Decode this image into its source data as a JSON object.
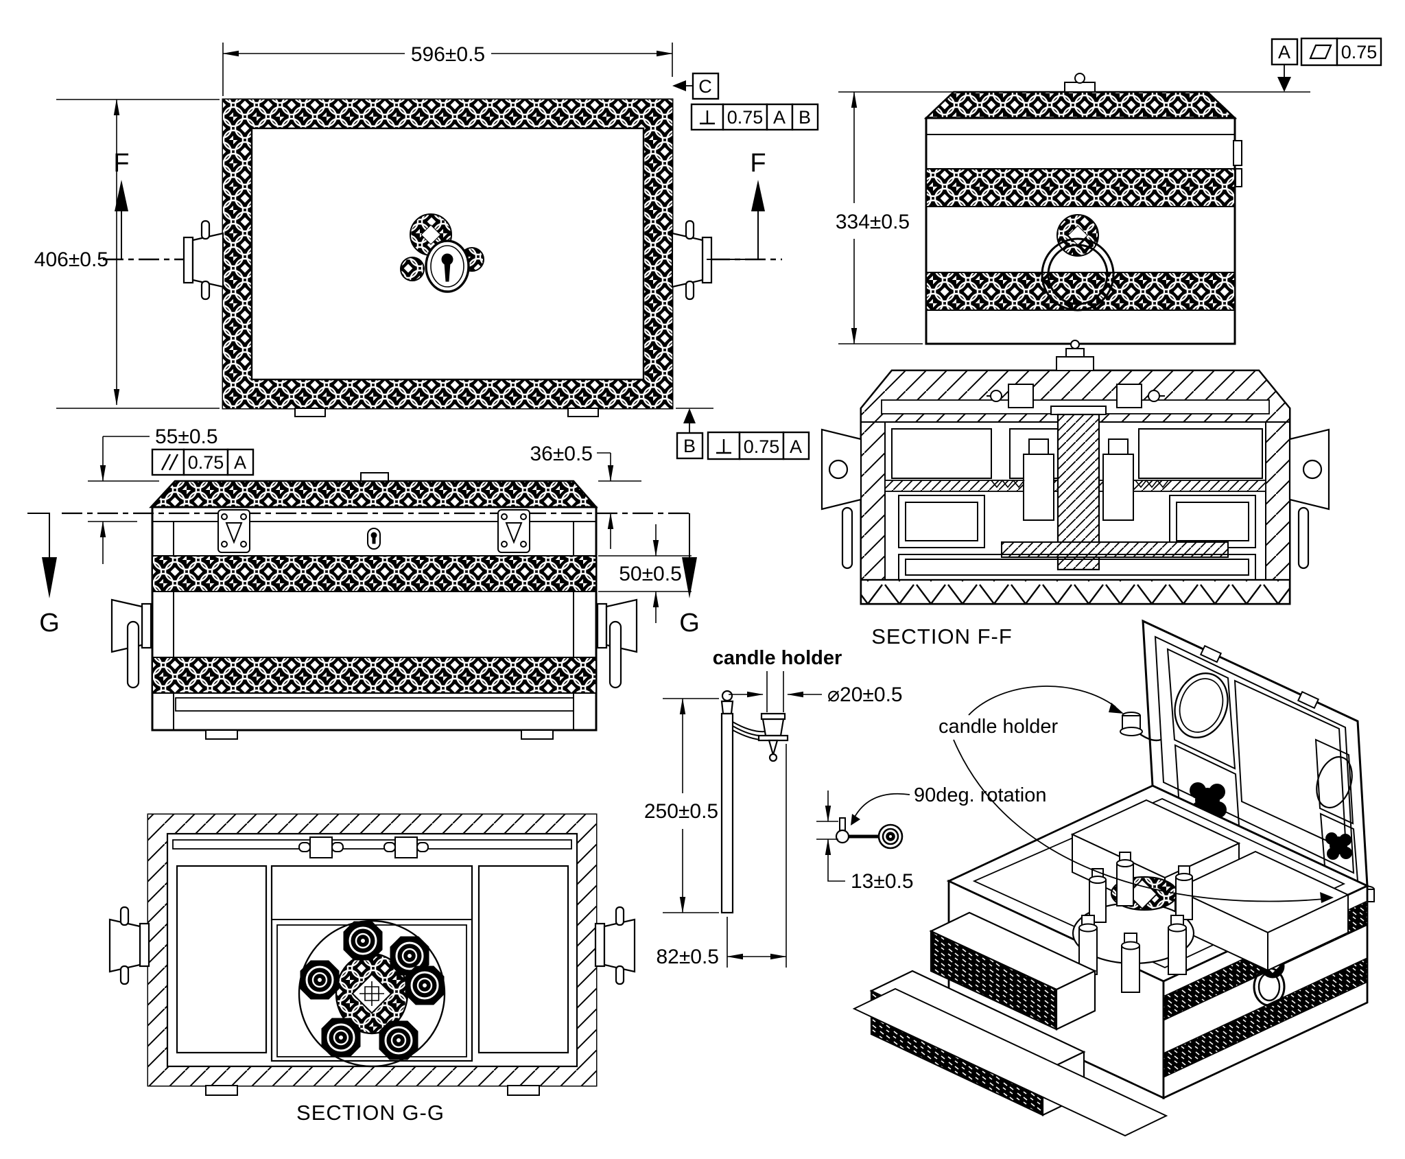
{
  "drawing": {
    "kind": "multi-view technical drawing of ornate candle chest",
    "dims": {
      "top_width": "596±0.5",
      "top_height": "406±0.5",
      "front_height": "334±0.5",
      "lid_height": "55±0.5",
      "lid_band": "36±0.5",
      "body_band": "50±0.5",
      "post_height": "250±0.5",
      "arm_offset": "82±0.5",
      "cup_diameter": "⌀20±0.5",
      "pivot_offset": "13±0.5"
    },
    "labels": {
      "section_ff": "SECTION F-F",
      "section_gg": "SECTION G-G",
      "candle_holder_title": "candle holder",
      "candle_holder_callout": "candle holder",
      "rotation_note": "90deg. rotation",
      "f_left": "F",
      "f_right": "F",
      "g_left": "G",
      "g_right": "G"
    },
    "gdt": {
      "datum_a": "A",
      "datum_b": "B",
      "datum_c": "C",
      "perpendicularity_to_ab": {
        "symbol": "perpendicularity",
        "tolerance": "0.75",
        "datum_1": "A",
        "datum_2": "B"
      },
      "perpendicularity_to_a": {
        "symbol": "perpendicularity",
        "tolerance": "0.75",
        "datum_1": "A"
      },
      "parallelism_to_a": {
        "symbol": "parallelism",
        "tolerance": "0.75",
        "datum_1": "A"
      },
      "flatness": {
        "symbol": "flatness",
        "tolerance": "0.75"
      }
    },
    "colors": {
      "line": "#000000",
      "background": "#ffffff"
    }
  }
}
